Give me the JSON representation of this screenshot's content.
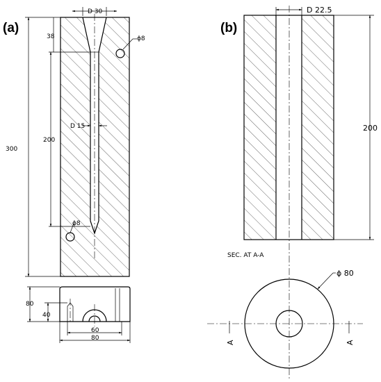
{
  "panels": {
    "a": {
      "label": "(a)"
    },
    "b": {
      "label": "(b)"
    }
  },
  "dimensions_a": {
    "top_bore": "D 30",
    "cone_depth": "38",
    "side_hole_top": "ϕ8",
    "channel_length": "200",
    "total_height": "300",
    "channel_dia": "D 15",
    "side_hole_bottom": "ϕ8",
    "base_height": "80",
    "base_inner_height": "40",
    "base_inner_width": "60",
    "base_width": "80"
  },
  "dimensions_b": {
    "bore_dia": "D 22.5",
    "height": "200",
    "section_label": "SEC. AT A-A",
    "outer_dia": "ϕ 80",
    "section_mark_left": "A",
    "section_mark_right": "A"
  }
}
